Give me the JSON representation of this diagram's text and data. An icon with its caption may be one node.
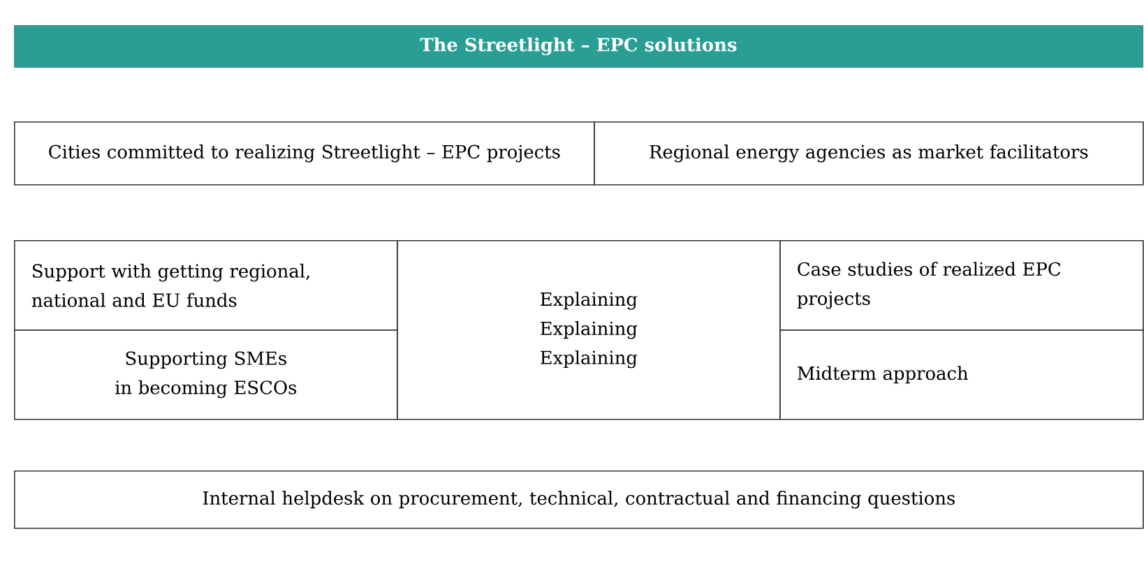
{
  "diagram": {
    "title": "The Streetlight – EPC solutions",
    "nodes": [
      {
        "text": [
          "Cities committed to realizing Streetlight – EPC projects"
        ]
      },
      {
        "text": [
          "Regional energy agencies as market facilitators"
        ]
      },
      {
        "text": [
          "Support with getting regional, national and EU funds"
        ]
      },
      {
        "text": [
          "Supporting SMEs in becoming ESCOs"
        ]
      },
      {
        "text": [
          "Explaining Explaining Explaining"
        ]
      },
      {
        "text": [
          "Case studies of realized EPC projects"
        ]
      },
      {
        "text": [
          "Midterm approach"
        ]
      },
      {
        "text": [
          "Internal helpdesk on procurement, technical, contractual and financing questions"
        ]
      }
    ]
  }
}
